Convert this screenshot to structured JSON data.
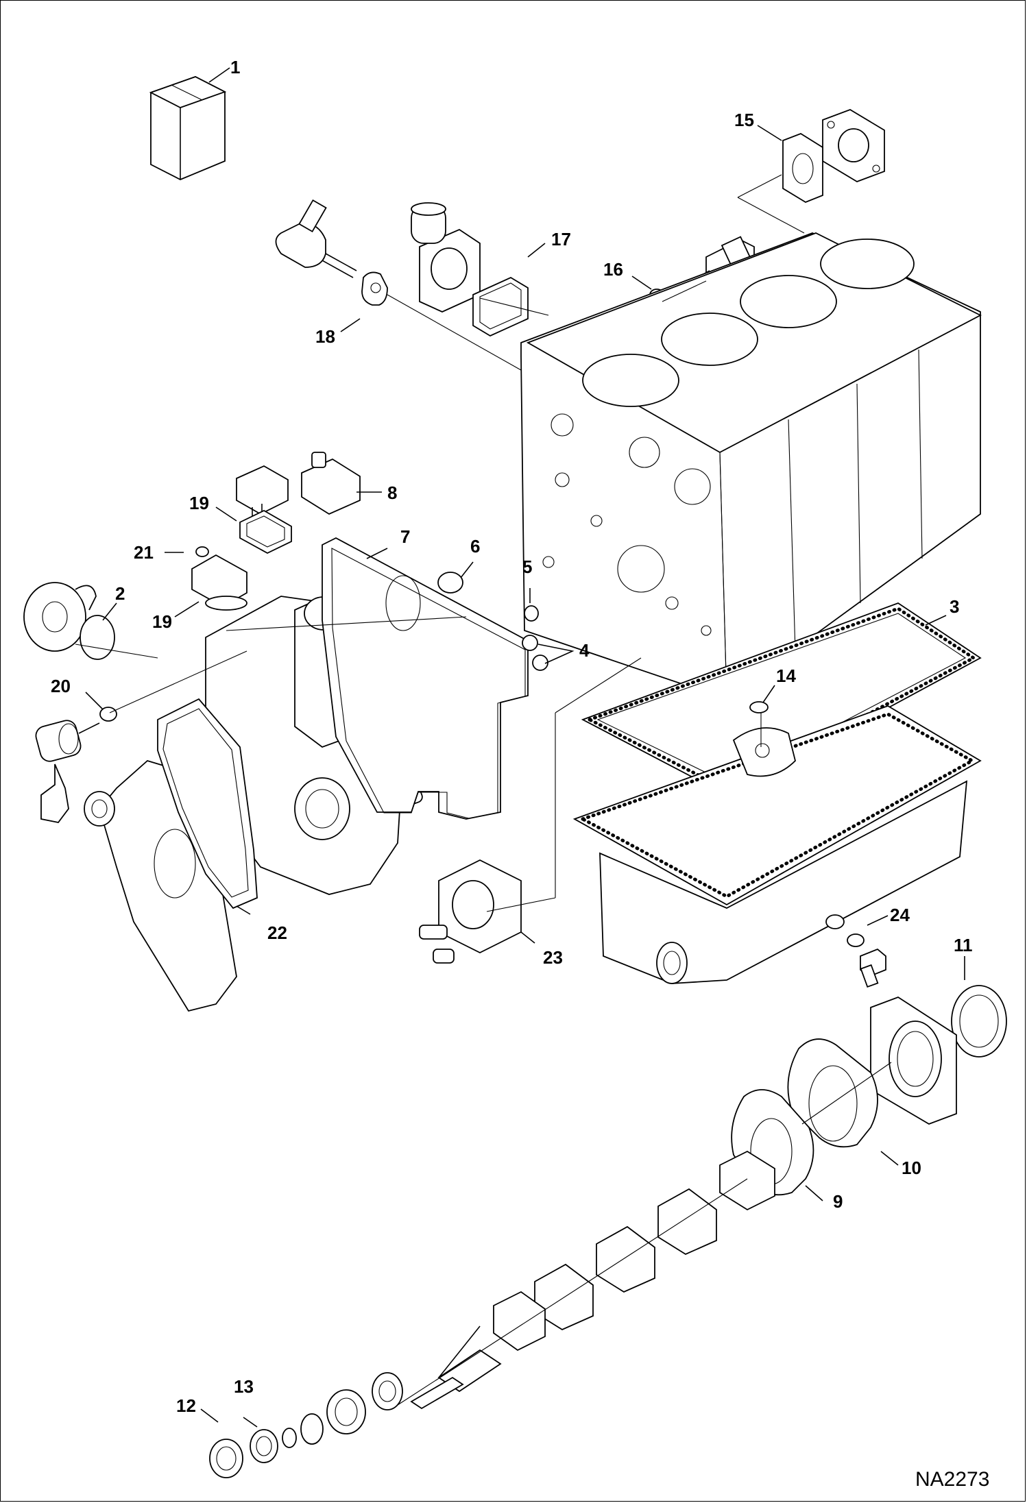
{
  "drawing_ref": "NA2273",
  "callouts": {
    "c1": "1",
    "c2": "2",
    "c3": "3",
    "c4": "4",
    "c5": "5",
    "c6": "6",
    "c7": "7",
    "c8": "8",
    "c9": "9",
    "c10": "10",
    "c11": "11",
    "c12": "12",
    "c13": "13",
    "c14": "14",
    "c15": "15",
    "c16": "16",
    "c17": "17",
    "c18": "18",
    "c19a": "19",
    "c19b": "19",
    "c20": "20",
    "c21": "21",
    "c22": "22",
    "c23": "23",
    "c24": "24"
  }
}
